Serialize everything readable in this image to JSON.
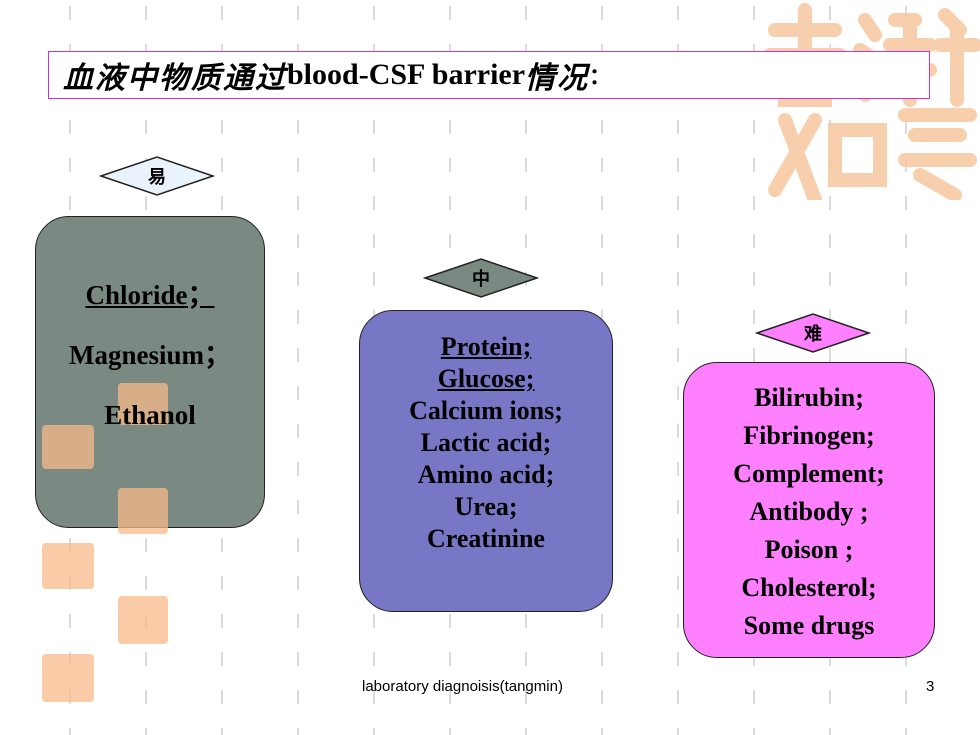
{
  "title": {
    "cn_prefix": "血液中物质通过",
    "en": "blood-CSF barrier",
    "cn_suffix": "情况",
    "colon": "："
  },
  "categories": {
    "easy": {
      "marker": "易",
      "items": [
        "Chloride；",
        "Magnesium；",
        "Ethanol"
      ]
    },
    "medium": {
      "marker": "中",
      "items": [
        "Protein;",
        "Glucose;",
        "Calcium ions;",
        "Lactic acid;",
        "Amino acid;",
        "Urea;",
        "Creatinine"
      ]
    },
    "hard": {
      "marker": "难",
      "items": [
        "Bilirubin;",
        "Fibrinogen;",
        "Complement;",
        "Antibody ;",
        "Poison ;",
        "Cholesterol;",
        "Some drugs"
      ]
    }
  },
  "colors": {
    "easy_box": "#7a8a82",
    "medium_box": "#7777c6",
    "hard_box": "#ff80ff",
    "title_border": "#cc33cc",
    "stamp": "#f7b98a"
  },
  "footer": {
    "text": "laboratory diagnoisis(tangmin)",
    "page_number": "3"
  }
}
